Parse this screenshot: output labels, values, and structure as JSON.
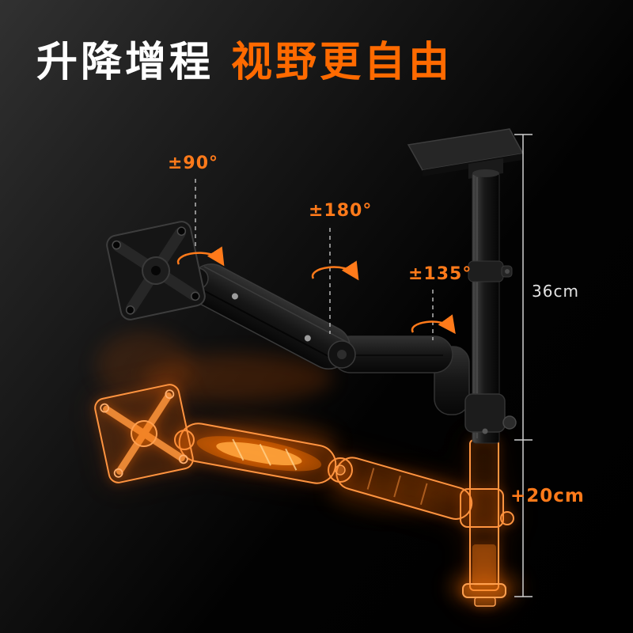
{
  "title": {
    "part1": "升降增程",
    "part2": "视野更自由"
  },
  "annotations": {
    "vesa_rotation": "±90°",
    "arm_rotation": "±180°",
    "elbow_rotation": "±135°",
    "pole_height": "36cm",
    "extension": "+20cm"
  },
  "icons": {
    "rotation_arrow": "curved-rotation-arrow",
    "measure_line": "vertical-measure-line"
  },
  "colors": {
    "accent": "#ff6a00",
    "accent_light": "#ff9440",
    "background": "#000000",
    "title_text": "#ffffff",
    "measure_line": "#cfcfcf"
  }
}
